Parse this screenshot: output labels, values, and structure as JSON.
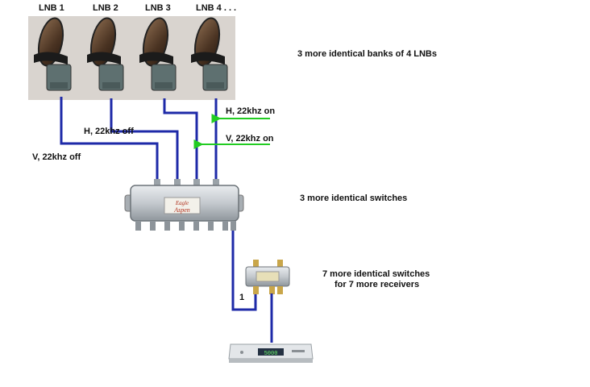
{
  "lnbs": [
    {
      "label": "LNB 1"
    },
    {
      "label": "LNB 2"
    },
    {
      "label": "LNB 3"
    },
    {
      "label": "LNB 4 . . ."
    }
  ],
  "notes": {
    "banks": "3 more identical banks of 4 LNBs",
    "switches": "3 more identical switches",
    "splitters_line1": "7 more identical switches",
    "splitters_line2": "for 7 more receivers"
  },
  "signals": {
    "h_on": "H, 22khz on",
    "v_on": "V, 22khz on",
    "h_off": "H, 22khz off",
    "v_off": "V, 22khz off"
  },
  "switch_brand": {
    "line1": "Eagle",
    "line2": "Aspen"
  },
  "port_label": "1",
  "receiver_display": "5000",
  "colors": {
    "cable": "#1e2aa8",
    "signal_arrow": "#22cc22",
    "photo_bg": "#d9d4cf",
    "dish": "#4a3322"
  }
}
